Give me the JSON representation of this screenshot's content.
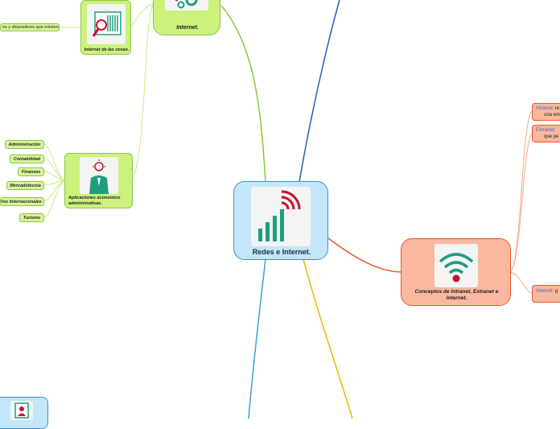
{
  "central": {
    "title": "Redes e Internet."
  },
  "branches": {
    "internet_top": {
      "label": "Internet."
    },
    "iot": {
      "label": "Internet de las cosas.",
      "leaf": "os y dispositivos que existen."
    },
    "aplicaciones": {
      "label": "Aplicaciones económico administrativas.",
      "leaves": [
        "Administración",
        "Contabilidad",
        "Finanzas",
        "Mercadotecnia",
        "rios Internacionales",
        "Turismo"
      ]
    },
    "conceptos": {
      "label": "Conceptos de Intranet, Extranet e Internet.",
      "items": [
        {
          "keyword": "Intranet",
          "rest": ": re",
          "line2": "una em"
        },
        {
          "keyword": "Extranet",
          "rest": ": ",
          "line2": "que pe"
        },
        {
          "keyword": "Internet",
          "rest": ": g",
          "line2": ""
        }
      ]
    }
  },
  "colors": {
    "green": "#8cc63f",
    "blue": "#3a8fd3",
    "orange": "#e8582a",
    "yellow": "#f5b400",
    "red": "#c8102e",
    "teal": "#1f9e7d"
  }
}
